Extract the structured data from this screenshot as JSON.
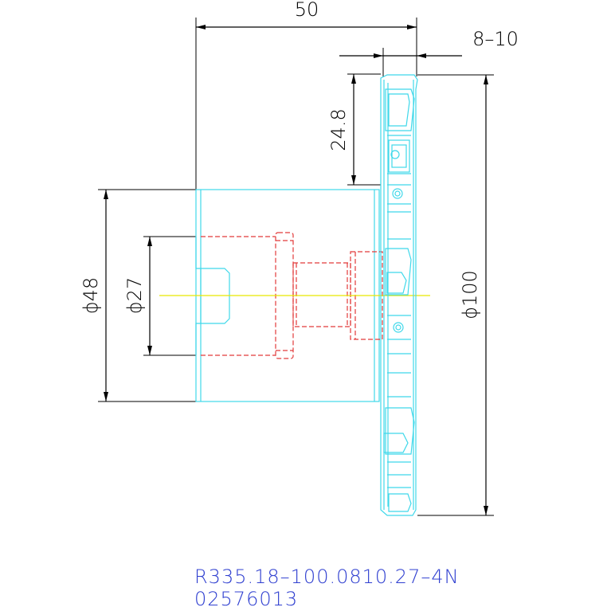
{
  "dimensions": {
    "overall_length": "50",
    "insert_width": "8–10",
    "depth": "24.8",
    "hub_diameter": "ϕ48",
    "bore_diameter": "ϕ27",
    "cutter_diameter": "ϕ100"
  },
  "caption": {
    "part_number": "R335.18–100.0810.27–4N",
    "item_code": "02576013"
  },
  "colors": {
    "dimension_lines": "#000000",
    "body_outline": "#3fd8ea",
    "hidden_bore": "#e23a3a",
    "centerline": "#e8e800",
    "caption": "#2f3fd0"
  },
  "icons": [
    "arrowhead"
  ]
}
